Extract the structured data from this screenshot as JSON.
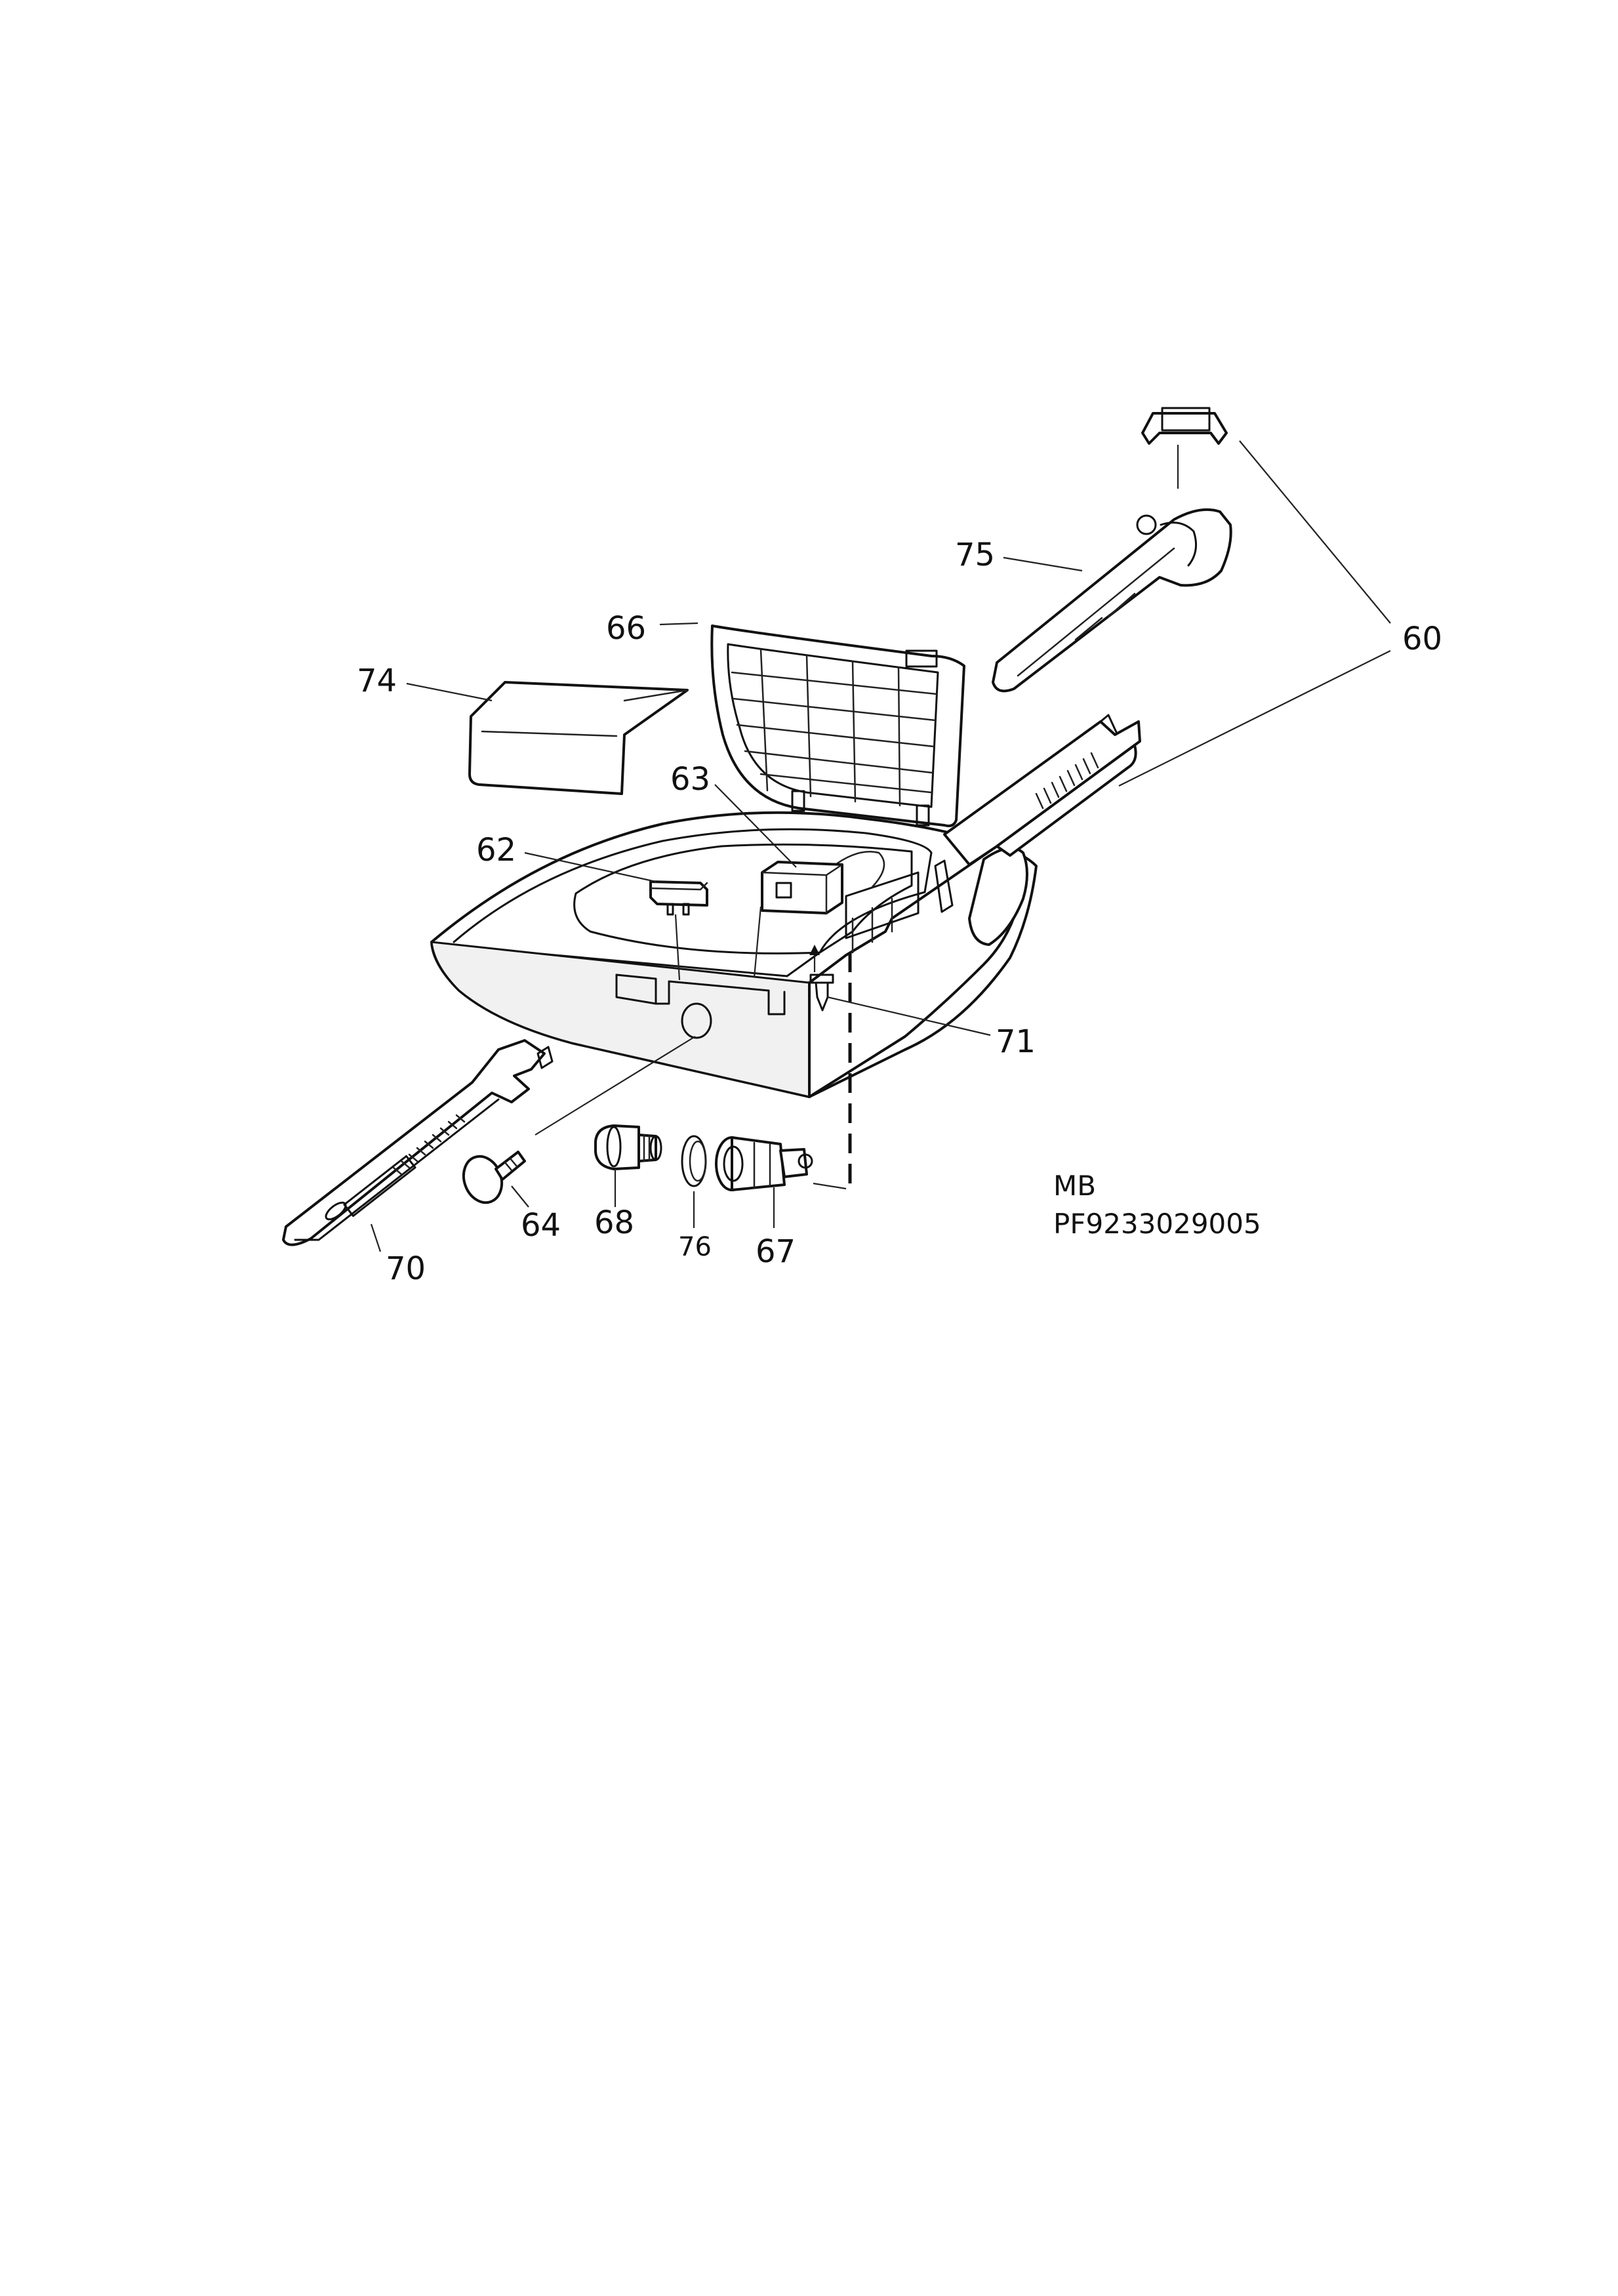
{
  "callouts": {
    "c60": "60",
    "c62": "62",
    "c63": "63",
    "c64": "64",
    "c66": "66",
    "c67": "67",
    "c68": "68",
    "c70": "70",
    "c71": "71",
    "c74": "74",
    "c75": "75",
    "c76": "76"
  },
  "meta": {
    "code": "MB",
    "part_number": "PF9233029005"
  }
}
